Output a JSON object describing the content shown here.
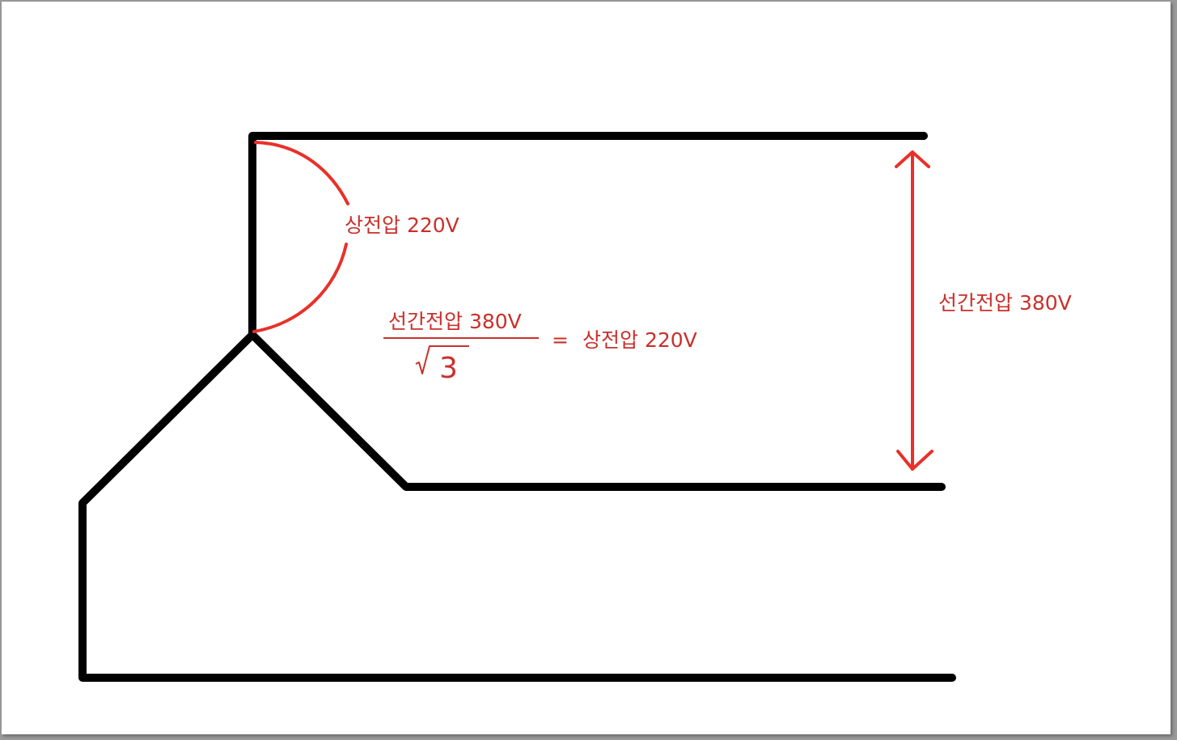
{
  "colors": {
    "wire": "#000000",
    "annotation": "#e8312a",
    "annotation_text": "#c9302c",
    "background": "#ffffff"
  },
  "labels": {
    "phase_voltage": "상전압 220V",
    "line_voltage": "선간전압 380V",
    "formula_numerator": "선간전압 380V",
    "formula_radicand": "3",
    "formula_equals": "=",
    "formula_result": "상전압 220V"
  }
}
